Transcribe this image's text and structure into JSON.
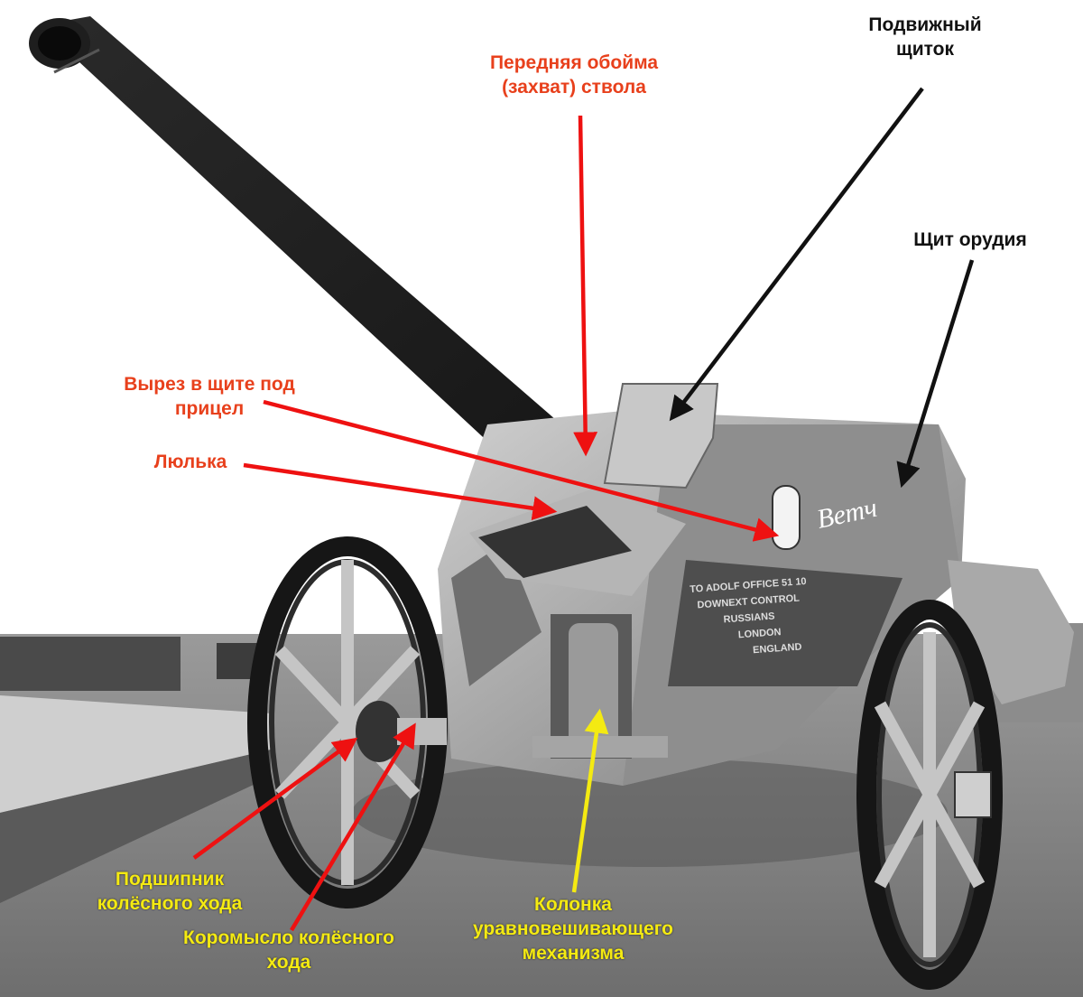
{
  "colors": {
    "red": "#e8401c",
    "arrow_red": "#ee1111",
    "black": "#111111",
    "yellow": "#f4ea12"
  },
  "labels": {
    "front_clip": {
      "line1": "Передняя обойма",
      "line2": "(захват) ствола"
    },
    "movable_shield": {
      "line1": "Подвижный",
      "line2": "щиток"
    },
    "gun_shield": {
      "line1": "Щит орудия"
    },
    "sight_cutout": {
      "line1": "Вырез в щите под",
      "line2": "прицел"
    },
    "cradle": {
      "line1": "Люлька"
    },
    "wheel_bearing": {
      "line1": "Подшипник",
      "line2": "колёсного хода"
    },
    "wheel_rocker": {
      "line1": "Коромысло колёсного",
      "line2": "хода"
    },
    "balancer_column": {
      "line1": "Колонка",
      "line2": "уравновешивающего",
      "line3": "механизма"
    }
  },
  "photo": {
    "shield_text": [
      "TO ADOLF OFFICE 51 10",
      "DOWNEXT CONTROL",
      "RUSSIANS",
      "LONDON",
      "ENGLAND"
    ],
    "shield_scrawl": "Ветч"
  }
}
